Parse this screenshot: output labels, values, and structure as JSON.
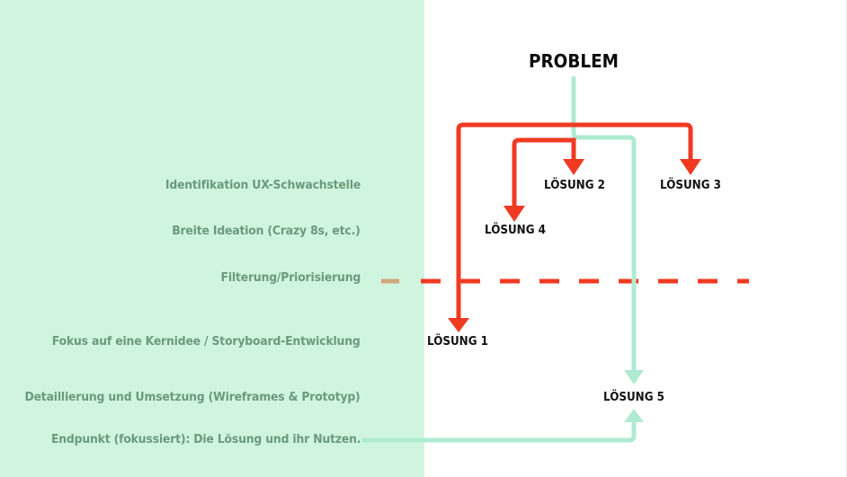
{
  "diagram": {
    "title": "PROBLEM",
    "stages": [
      "Identifikation UX-Schwachstelle",
      "Breite Ideation (Crazy 8s, etc.)",
      "Filterung/Priorisierung",
      "Fokus auf eine Kernidee / Storyboard-Entwicklung",
      "Detaillierung und Umsetzung (Wireframes & Prototyp)",
      "Endpunkt (fokussiert): Die Lösung und ihr Nutzen."
    ],
    "solutions": [
      {
        "id": "loesung-1",
        "label": "LÖSUNG 1"
      },
      {
        "id": "loesung-2",
        "label": "LÖSUNG 2"
      },
      {
        "id": "loesung-3",
        "label": "LÖSUNG 3"
      },
      {
        "id": "loesung-4",
        "label": "LÖSUNG 4"
      },
      {
        "id": "loesung-5",
        "label": "LÖSUNG 5"
      }
    ],
    "edges": [
      {
        "from": "PROBLEM",
        "to": "LÖSUNG 1",
        "style": "red"
      },
      {
        "from": "PROBLEM",
        "to": "LÖSUNG 2",
        "style": "red"
      },
      {
        "from": "PROBLEM",
        "to": "LÖSUNG 3",
        "style": "red"
      },
      {
        "from": "PROBLEM",
        "to": "LÖSUNG 4",
        "style": "red"
      },
      {
        "from": "PROBLEM",
        "to": "LÖSUNG 5",
        "style": "green"
      },
      {
        "from": "Endpunkt",
        "to": "LÖSUNG 5",
        "style": "green"
      }
    ],
    "filter_line": "dashed",
    "colors": {
      "panel": "#d0f5de",
      "stage_text": "#6a9a7c",
      "red_path": "#f03a22",
      "green_path": "#aeebd0",
      "filter_start": "#d4a67c",
      "node_text": "#111111"
    }
  }
}
